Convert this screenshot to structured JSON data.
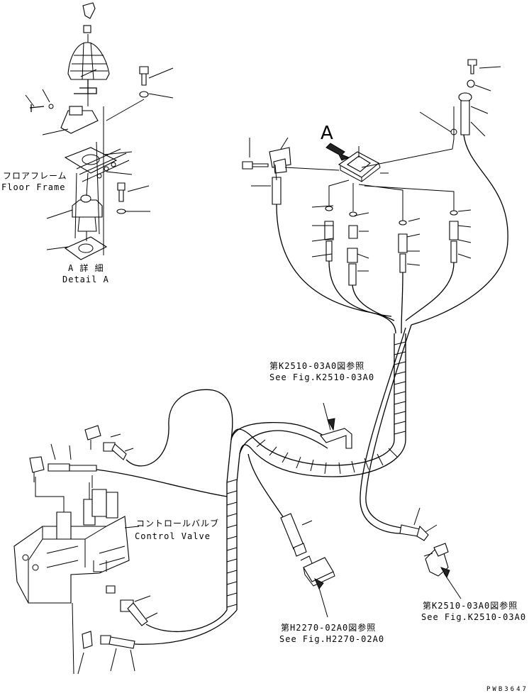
{
  "labels": {
    "floor_frame_jp": "フロアフレーム",
    "floor_frame_en": "Floor Frame",
    "detail_a_jp": "A 詳 細",
    "detail_a_en": "Detail A",
    "view_a": "A",
    "control_valve_jp": "コントロールバルブ",
    "control_valve_en": "Control Valve",
    "ref_k2510_top_jp": "第K2510-03A0図参照",
    "ref_k2510_top_en": "See Fig.K2510-03A0",
    "ref_h2270_jp": "第H2270-02A0図参照",
    "ref_h2270_en": "See Fig.H2270-02A0",
    "ref_k2510_bottom_jp": "第K2510-03A0図参照",
    "ref_k2510_bottom_en": "See Fig.K2510-03A0",
    "drawing_code": "PWB3647"
  }
}
